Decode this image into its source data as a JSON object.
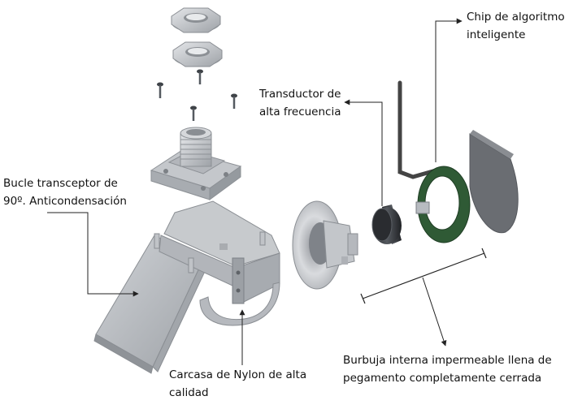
{
  "labels": {
    "chip": [
      "Chip de algoritmo",
      "inteligente"
    ],
    "transducer": [
      "Transductor de",
      "alta frecuencia"
    ],
    "loop": [
      "Bucle transceptor de",
      "90º. Anticondensación"
    ],
    "housing": [
      "Carcasa de Nylon de alta",
      "calidad"
    ],
    "bubble": [
      "Burbuja interna impermeable llena de",
      "pegamento completamente cerrada"
    ]
  },
  "parts": {
    "lock_nuts": {
      "count": 2,
      "color": "#c9ccd0"
    },
    "screws": {
      "count": 4,
      "color": "#555a60"
    },
    "threaded_flange": {
      "color": "#c4c7cb"
    },
    "bracket_housing": {
      "color": "#b8bbc0"
    },
    "horn_reflector": {
      "color": "#c6c9cd"
    },
    "transducer_cylinder": {
      "color": "#3a3d42"
    },
    "chip_board": {
      "color": "#2f5a35"
    },
    "rear_cover": {
      "color": "#6a6d72"
    },
    "wire": {
      "color": "#444444"
    }
  },
  "colors": {
    "line": "#222222",
    "text": "#111111"
  }
}
